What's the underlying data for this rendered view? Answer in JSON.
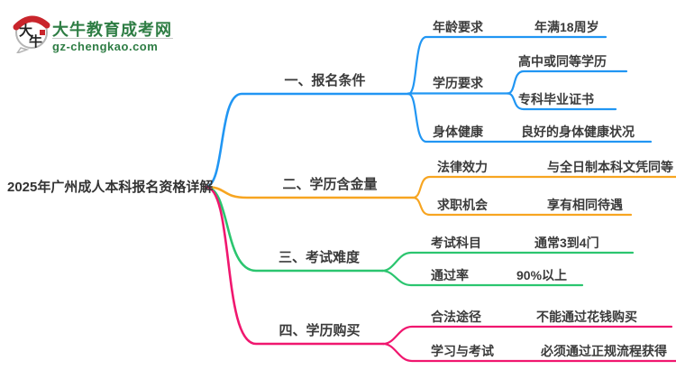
{
  "brand": {
    "logo_chars": "大牛",
    "logo_char_top": "大",
    "logo_char_bottom": "牛",
    "name": "大牛教育成考网",
    "url": "gz-chengkao.com",
    "green": "#2E7D44",
    "red": "#C9252C"
  },
  "root": {
    "label": "2025年广州成人本科报名资格详解"
  },
  "palette": {
    "branch1": "#2196F3",
    "branch2": "#F7A521",
    "branch3": "#2BC56F",
    "branch4": "#F0176F",
    "text": "#3b3b3b"
  },
  "branches": [
    {
      "label": "一、报名条件",
      "color": "#2196F3",
      "children": [
        {
          "label": "年龄要求",
          "children": [
            {
              "label": "年满18周岁"
            }
          ]
        },
        {
          "label": "学历要求",
          "children": [
            {
              "label": "高中或同等学历"
            },
            {
              "label": "专科毕业证书"
            }
          ]
        },
        {
          "label": "身体健康",
          "children": [
            {
              "label": "良好的身体健康状况"
            }
          ]
        }
      ]
    },
    {
      "label": "二、学历含金量",
      "color": "#F7A521",
      "children": [
        {
          "label": "法律效力",
          "children": [
            {
              "label": "与全日制本科文凭同等"
            }
          ]
        },
        {
          "label": "求职机会",
          "children": [
            {
              "label": "享有相同待遇"
            }
          ]
        }
      ]
    },
    {
      "label": "三、考试难度",
      "color": "#2BC56F",
      "children": [
        {
          "label": "考试科目",
          "children": [
            {
              "label": "通常3到4门"
            }
          ]
        },
        {
          "label": "通过率",
          "children": [
            {
              "label": "90%以上"
            }
          ]
        }
      ]
    },
    {
      "label": "四、学历购买",
      "color": "#F0176F",
      "children": [
        {
          "label": "合法途径",
          "children": [
            {
              "label": "不能通过花钱购买"
            }
          ]
        },
        {
          "label": "学习与考试",
          "children": [
            {
              "label": "必须通过正规流程获得"
            }
          ]
        }
      ]
    }
  ]
}
